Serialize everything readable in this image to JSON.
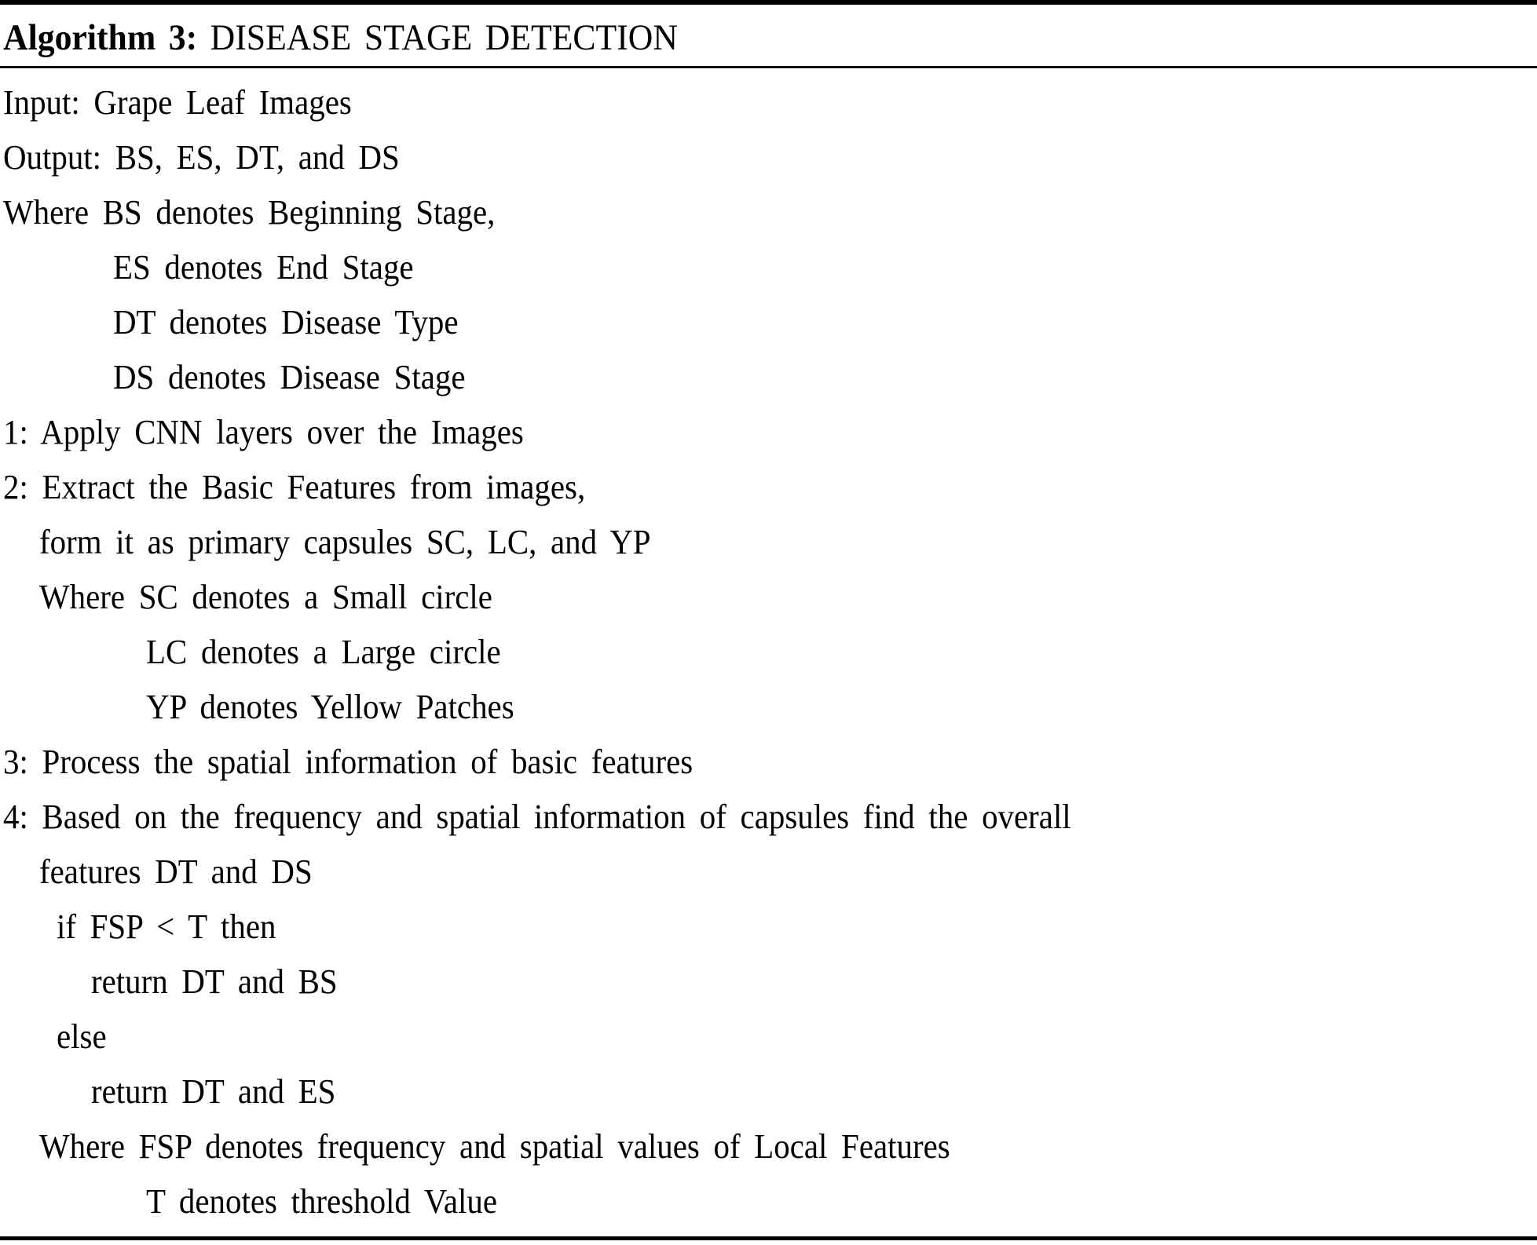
{
  "colors": {
    "background": "#ffffff",
    "text": "#000000",
    "rule": "#000000"
  },
  "algorithm": {
    "label": "Algorithm 3:",
    "name": "DISEASE STAGE DETECTION",
    "lines": [
      "Input: Grape Leaf Images",
      "Output: BS, ES, DT, and DS",
      "Where BS denotes Beginning Stage,",
      "ES denotes End Stage",
      "DT denotes Disease Type",
      "DS denotes Disease Stage",
      "1: Apply CNN layers over the Images",
      "2: Extract the Basic Features from images,",
      "form it as primary capsules SC, LC, and YP",
      "Where SC denotes a Small circle",
      "LC denotes a Large circle",
      "YP denotes Yellow Patches",
      "3: Process the spatial information of basic features",
      "4: Based on the frequency and spatial information of capsules find the overall",
      "features DT and DS",
      "if FSP < T then",
      "return DT and BS",
      "else",
      "return DT and ES",
      "Where FSP denotes frequency and spatial values of Local Features",
      "T denotes threshold Value"
    ]
  }
}
